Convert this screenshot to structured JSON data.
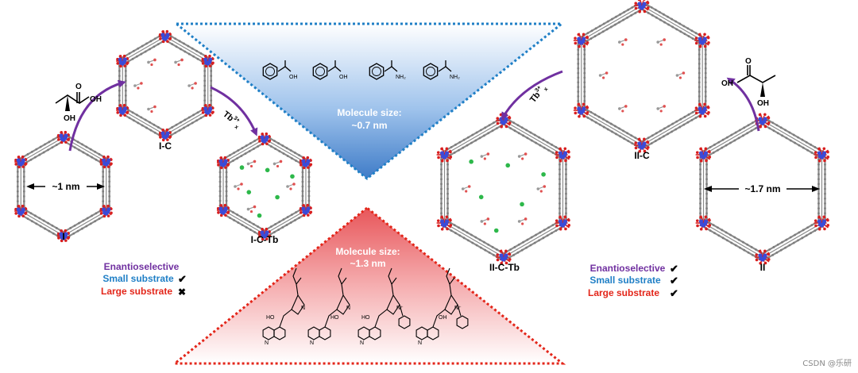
{
  "frameworks": {
    "I": "I",
    "I_C": "I-C",
    "I_C_Tb": "I-C-Tb",
    "II": "II",
    "II_C": "II-C",
    "II_C_Tb": "II-C-Tb",
    "pore_I": "~1 nm",
    "pore_II": "~1.7 nm"
  },
  "reagents": {
    "lactic_acid_OH_carboxyl": "OH",
    "lactic_acid_O": "O",
    "lactic_acid_OH_hydroxyl": "OH",
    "terbium": "Tb",
    "terbium_charge": "3+",
    "terbium_x": "x"
  },
  "small_substrates": {
    "size_line1": "Molecule size:",
    "size_line2": "~0.7 nm",
    "labels": [
      "OH",
      "OH",
      "NH₂",
      "NH₂"
    ]
  },
  "large_substrates": {
    "size_line1": "Molecule size:",
    "size_line2": "~1.3 nm",
    "labels": [
      "HO",
      "N",
      "N",
      "HO",
      "N",
      "N",
      "HO",
      "N⁺",
      "N",
      "OH",
      "N⁺",
      "N"
    ]
  },
  "legend_left": {
    "enantio": "Enantioselective",
    "small": "Small substrate",
    "large": "Large substrate",
    "enantio_mark": "",
    "small_mark": "✔",
    "large_mark": "✖"
  },
  "legend_right": {
    "enantio": "Enantioselective",
    "small": "Small substrate",
    "large": "Large substrate",
    "enantio_mark": "✔",
    "small_mark": "✔",
    "large_mark": "✔"
  },
  "watermark": "CSDN @乐研",
  "colors": {
    "purple": "#7030a0",
    "blue": "#1f7fc6",
    "red": "#e3261a",
    "metal_red": "#d81e1e",
    "metal_blue": "#3a4bd8",
    "linker": "#8a8a8a",
    "tb_green": "#2db84a"
  }
}
